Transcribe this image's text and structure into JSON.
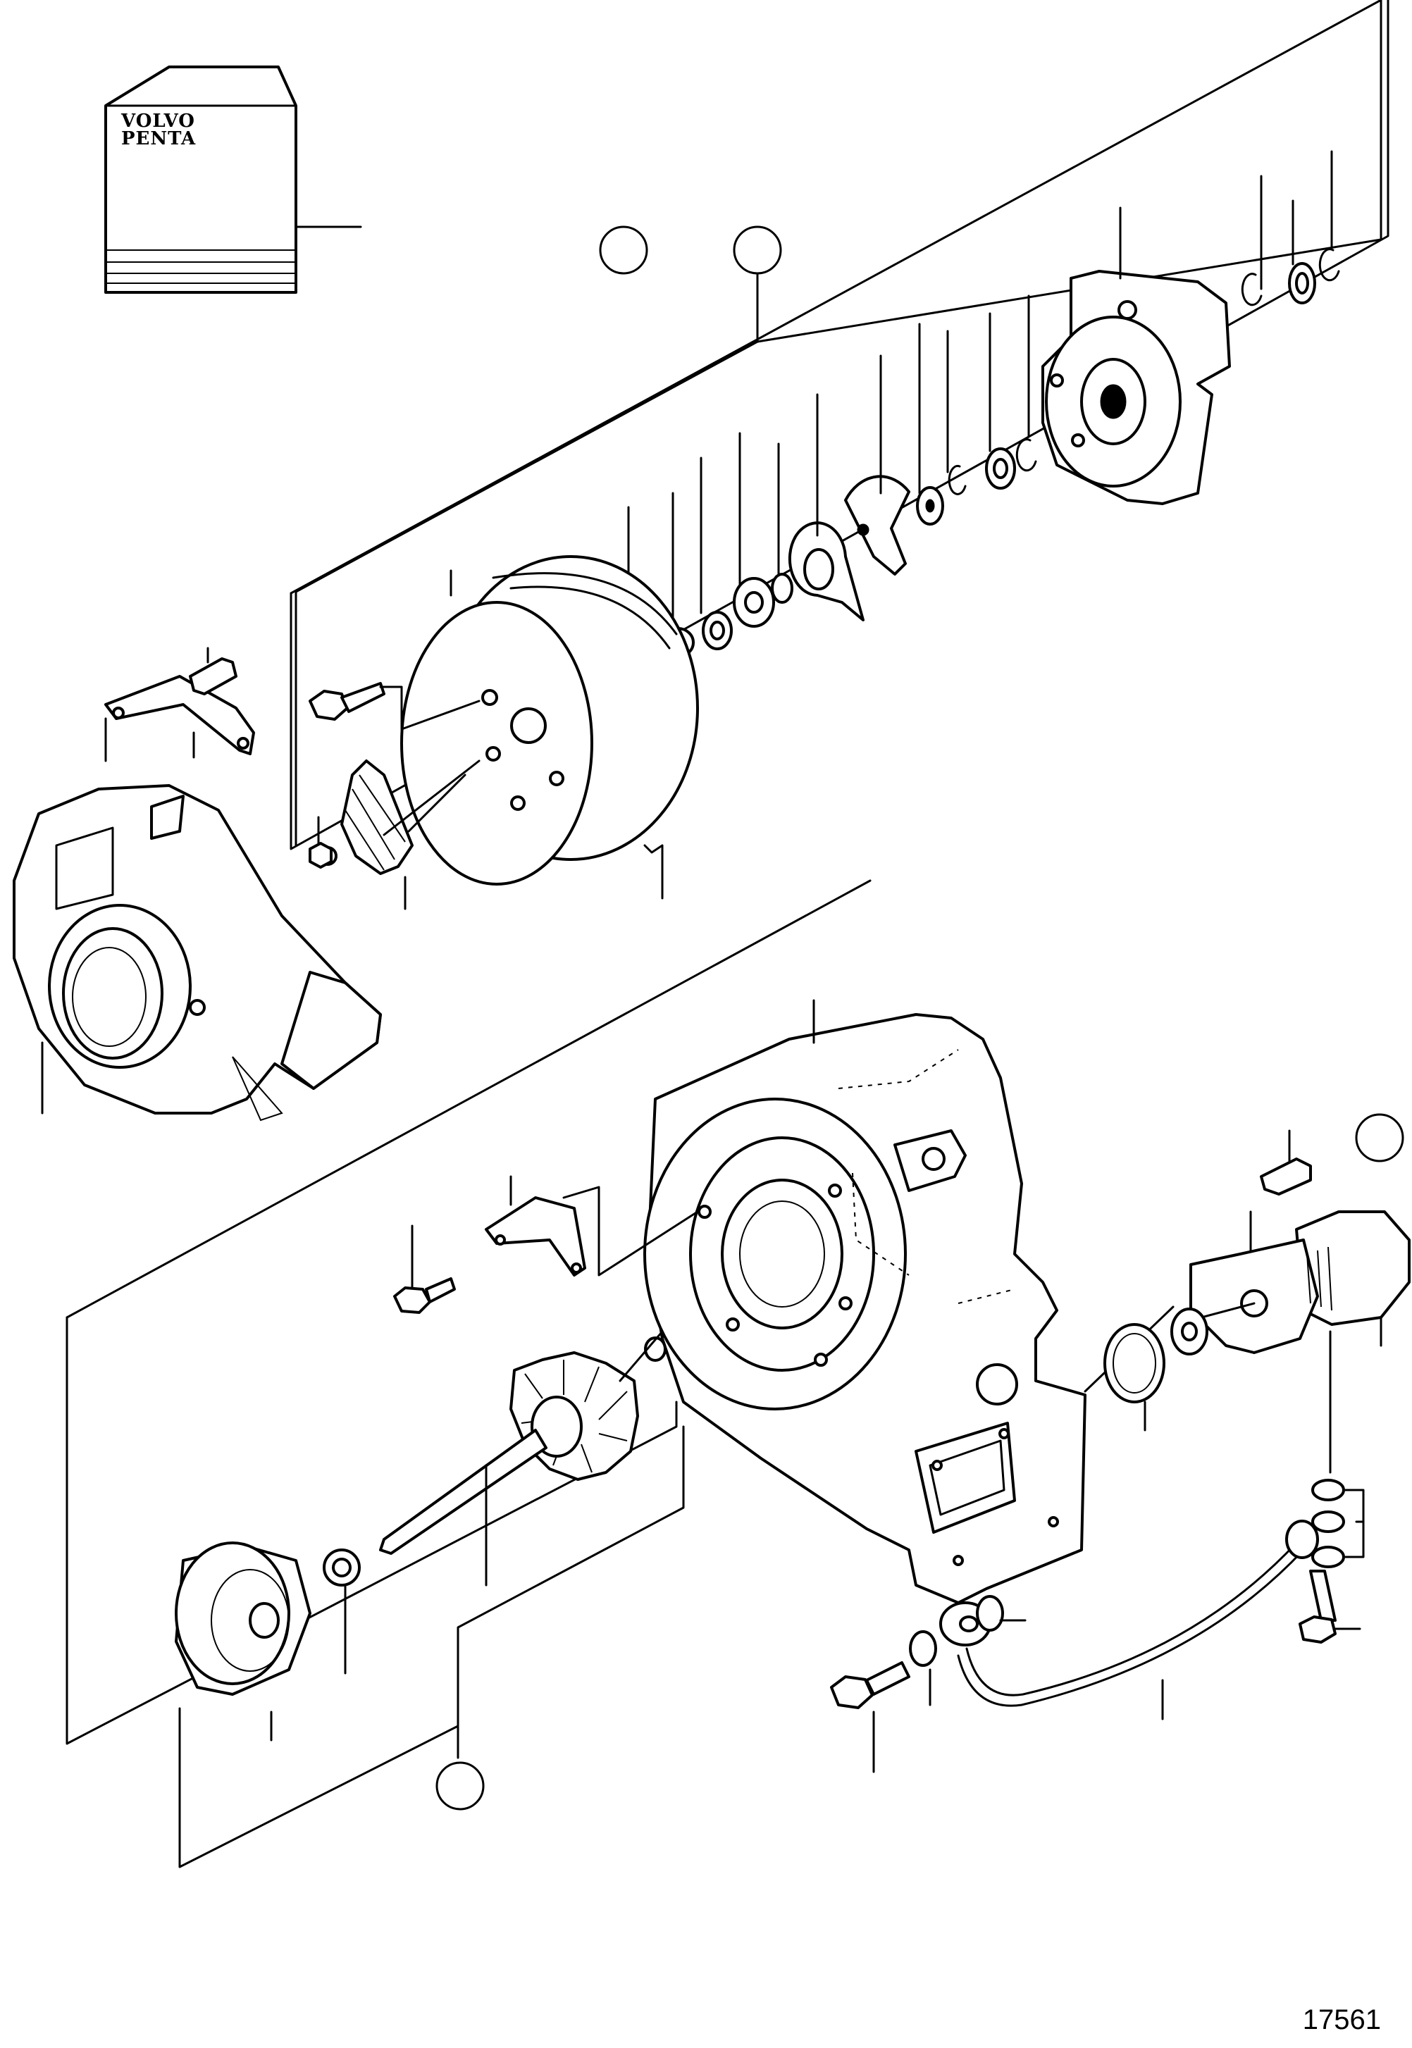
{
  "manual": {
    "brand_line_1": "VOLVO",
    "brand_line_2": "PENTA"
  },
  "figure_number": "17561"
}
